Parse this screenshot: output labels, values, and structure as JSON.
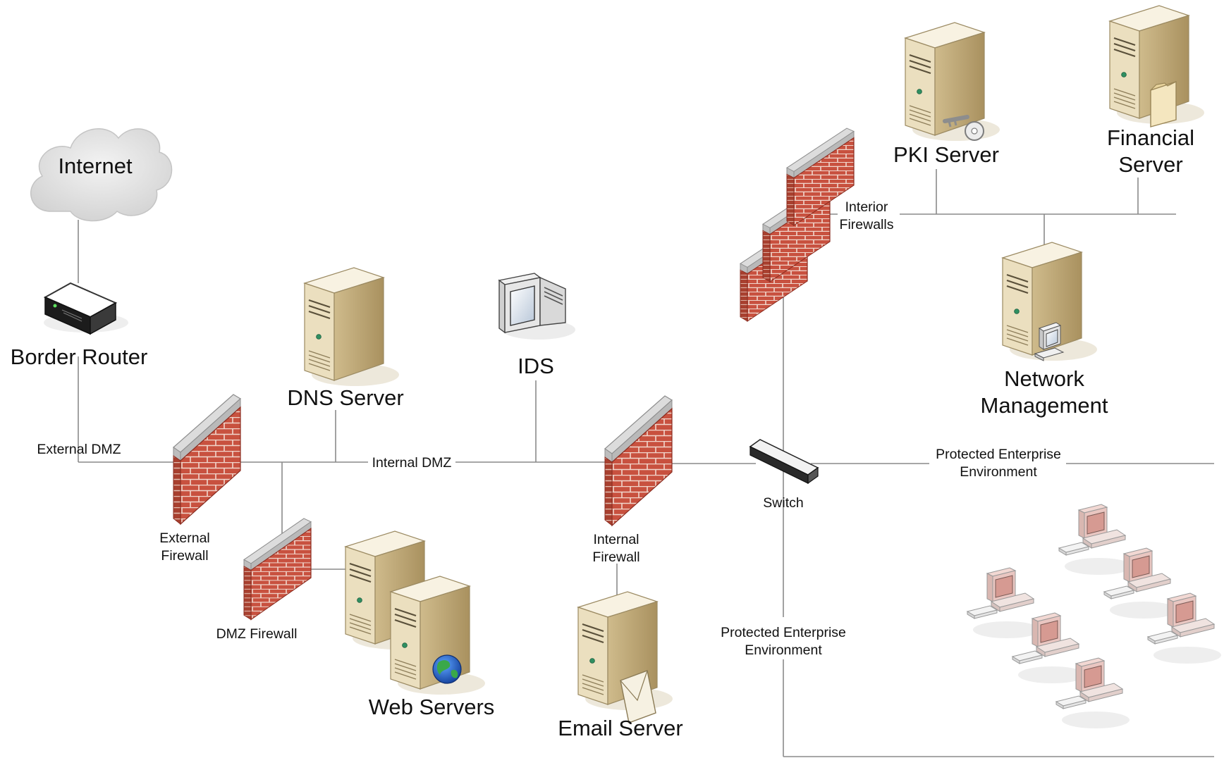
{
  "labels": {
    "internet": "Internet",
    "border_router": "Border Router",
    "external_dmz": "External DMZ",
    "dns_server": "DNS Server",
    "internal_dmz": "Internal DMZ",
    "ids": "IDS",
    "external_firewall": [
      "External",
      "Firewall"
    ],
    "dmz_firewall": "DMZ Firewall",
    "web_servers": "Web Servers",
    "internal_firewall": [
      "Internal",
      "Firewall"
    ],
    "email_server": "Email Server",
    "switch": "Switch",
    "interior_firewalls": [
      "Interior",
      "Firewalls"
    ],
    "pki_server": "PKI Server",
    "financial_server": [
      "Financial",
      "Server"
    ],
    "network_management": [
      "Network",
      "Management"
    ],
    "protected_enterprise_right": [
      "Protected Enterprise",
      "Environment"
    ],
    "protected_enterprise_bottom": [
      "Protected Enterprise",
      "Environment"
    ]
  },
  "icons": {
    "cloud": "cloud-icon",
    "router": "router-icon",
    "server": "server-icon",
    "firewall": "firewall-icon",
    "monitor": "monitor-icon",
    "switch": "switch-icon",
    "workstation": "workstation-icon",
    "key": "key-icon",
    "folder": "folder-icon",
    "globe": "globe-icon",
    "envelope": "envelope-icon"
  },
  "colors": {
    "brick": "#c8513f",
    "mortar": "#f1d6cc",
    "firewall_cap": "#d8d8d8",
    "server_front": "#efe4c6",
    "server_side": "#c2ad7e",
    "server_top": "#f8f2e2",
    "wire": "#8a8a8a"
  }
}
